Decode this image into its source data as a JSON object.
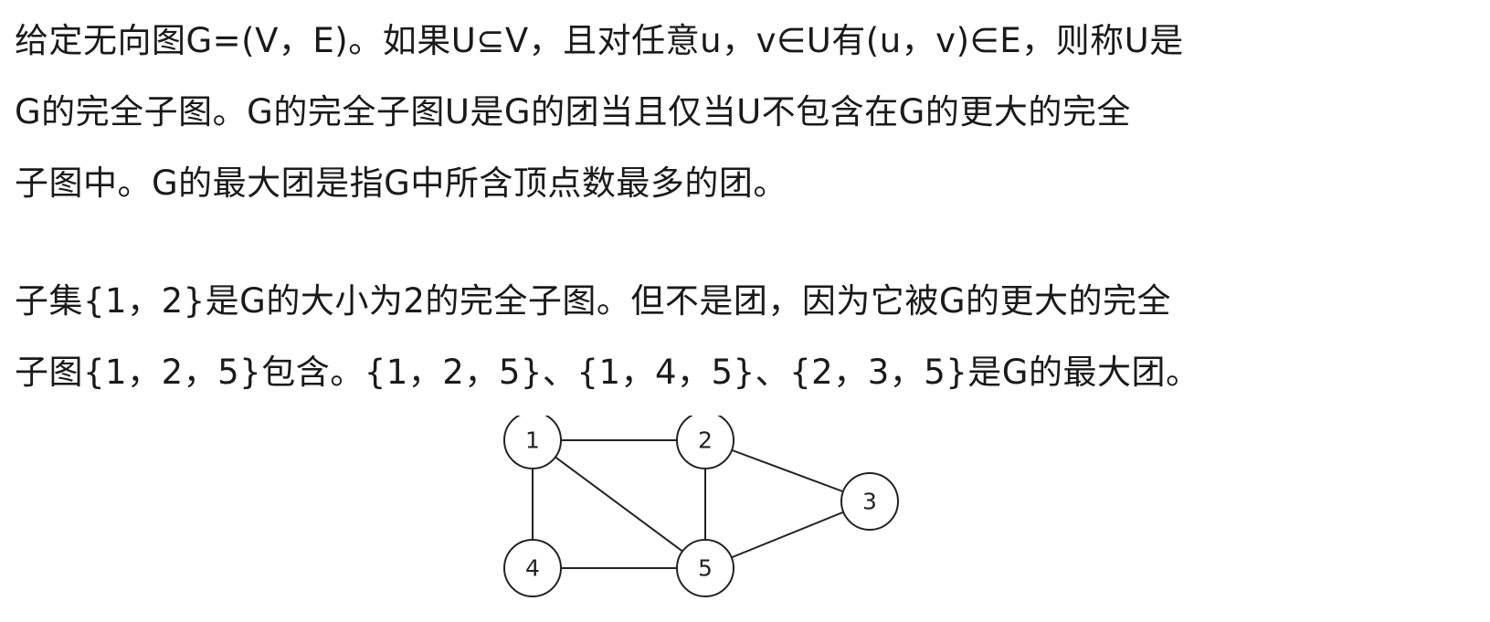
{
  "paragraph1": {
    "lines": [
      "给定无向图G=(V，E)。如果U⊆V，且对任意u，v∈U有(u，v)∈E，则称U是",
      "G的完全子图。G的完全子图U是G的团当且仅当U不包含在G的更大的完全",
      "子图中。G的最大团是指G中所含顶点数最多的团。"
    ]
  },
  "paragraph2": {
    "lines": [
      "子集{1，2}是G的大小为2的完全子图。但不是团，因为它被G的更大的完全",
      "子图{1，2，5}包含。{1，2，5}、{1，4，5}、{2，3，5}是G的最大团。"
    ]
  },
  "graph": {
    "nodes": [
      {
        "id": "1",
        "label": "1"
      },
      {
        "id": "2",
        "label": "2"
      },
      {
        "id": "3",
        "label": "3"
      },
      {
        "id": "4",
        "label": "4"
      },
      {
        "id": "5",
        "label": "5"
      }
    ],
    "edges": [
      [
        "1",
        "2"
      ],
      [
        "1",
        "4"
      ],
      [
        "1",
        "5"
      ],
      [
        "2",
        "5"
      ],
      [
        "2",
        "3"
      ],
      [
        "3",
        "5"
      ],
      [
        "4",
        "5"
      ]
    ]
  }
}
